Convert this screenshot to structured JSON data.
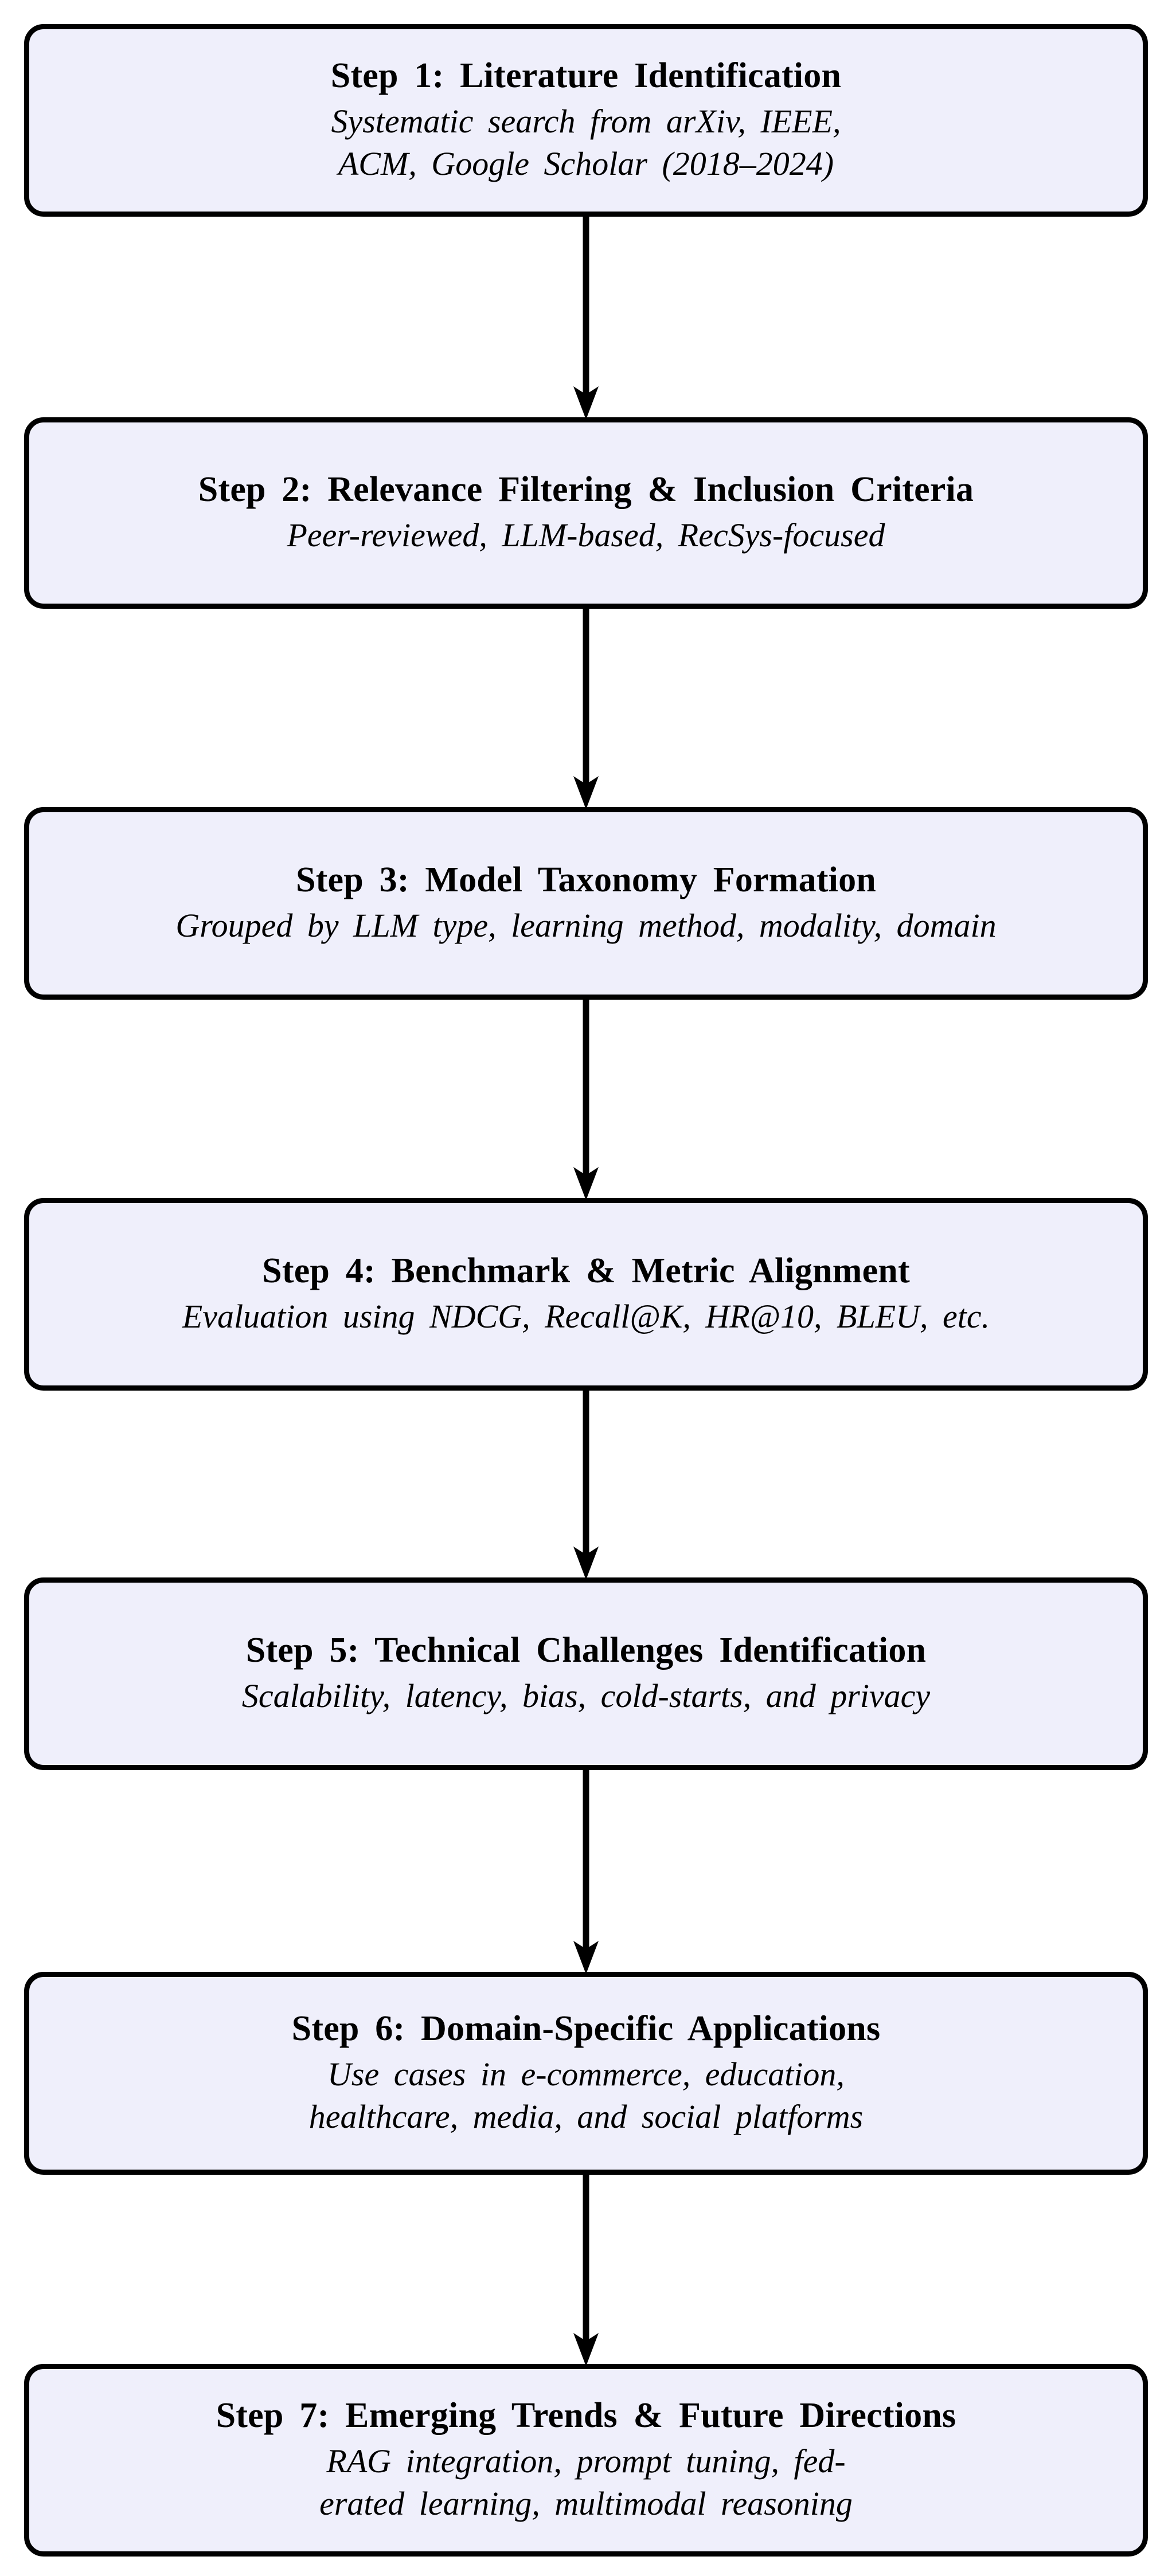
{
  "diagram": {
    "type": "flowchart",
    "orientation": "top-to-bottom",
    "background_color": "#ffffff",
    "node_fill_color": "#efeffb",
    "node_border_color": "#000000",
    "arrow_color": "#000000",
    "node_count": 7,
    "arrow_count": 6
  },
  "nodes": [
    {
      "id": "step-1",
      "title": "Step 1: Literature Identification",
      "subtitle": "Systematic search from arXiv, IEEE,\nACM, Google Scholar (2018–2024)"
    },
    {
      "id": "step-2",
      "title": "Step 2: Relevance Filtering & Inclusion Criteria",
      "subtitle": "Peer-reviewed, LLM-based, RecSys-focused"
    },
    {
      "id": "step-3",
      "title": "Step 3: Model Taxonomy Formation",
      "subtitle": "Grouped by LLM type, learning method, modality, domain"
    },
    {
      "id": "step-4",
      "title": "Step 4: Benchmark & Metric Alignment",
      "subtitle": "Evaluation using NDCG, Recall@K, HR@10, BLEU, etc."
    },
    {
      "id": "step-5",
      "title": "Step 5: Technical Challenges Identification",
      "subtitle": "Scalability, latency, bias, cold-starts, and privacy"
    },
    {
      "id": "step-6",
      "title": "Step 6: Domain-Specific Applications",
      "subtitle": "Use cases in e-commerce, education,\nhealthcare, media, and social platforms"
    },
    {
      "id": "step-7",
      "title": "Step 7: Emerging Trends & Future Directions",
      "subtitle": "RAG integration, prompt tuning, fed-\nerated learning, multimodal reasoning"
    }
  ],
  "arrows": [
    {
      "id": "arrow-1",
      "from": "step-1",
      "to": "step-2",
      "label": ""
    },
    {
      "id": "arrow-2",
      "from": "step-2",
      "to": "step-3",
      "label": ""
    },
    {
      "id": "arrow-3",
      "from": "step-3",
      "to": "step-4",
      "label": ""
    },
    {
      "id": "arrow-4",
      "from": "step-4",
      "to": "step-5",
      "label": ""
    },
    {
      "id": "arrow-5",
      "from": "step-5",
      "to": "step-6",
      "label": ""
    },
    {
      "id": "arrow-6",
      "from": "step-6",
      "to": "step-7",
      "label": ""
    }
  ]
}
